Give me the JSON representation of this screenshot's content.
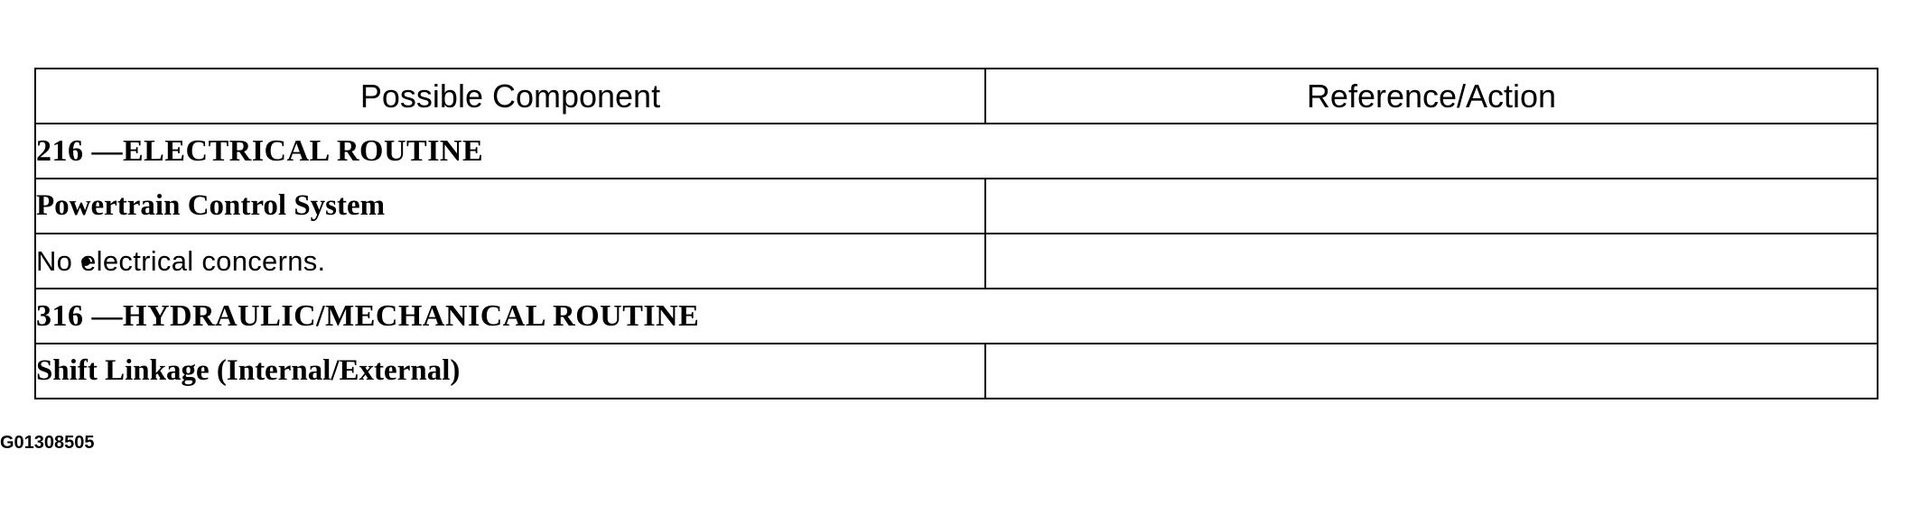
{
  "table": {
    "headers": {
      "component": "Possible Component",
      "reference": "Reference/Action"
    },
    "rows": [
      {
        "type": "section",
        "text": "216 —ELECTRICAL ROUTINE"
      },
      {
        "type": "component",
        "text": "Powertrain Control System",
        "reference": ""
      },
      {
        "type": "bullet",
        "text": "No electrical concerns.",
        "reference": ""
      },
      {
        "type": "section",
        "text": "316 —HYDRAULIC/MECHANICAL ROUTINE"
      },
      {
        "type": "component",
        "text": "Shift Linkage (Internal/External)",
        "reference": ""
      }
    ]
  },
  "figure_id": "G01308505"
}
